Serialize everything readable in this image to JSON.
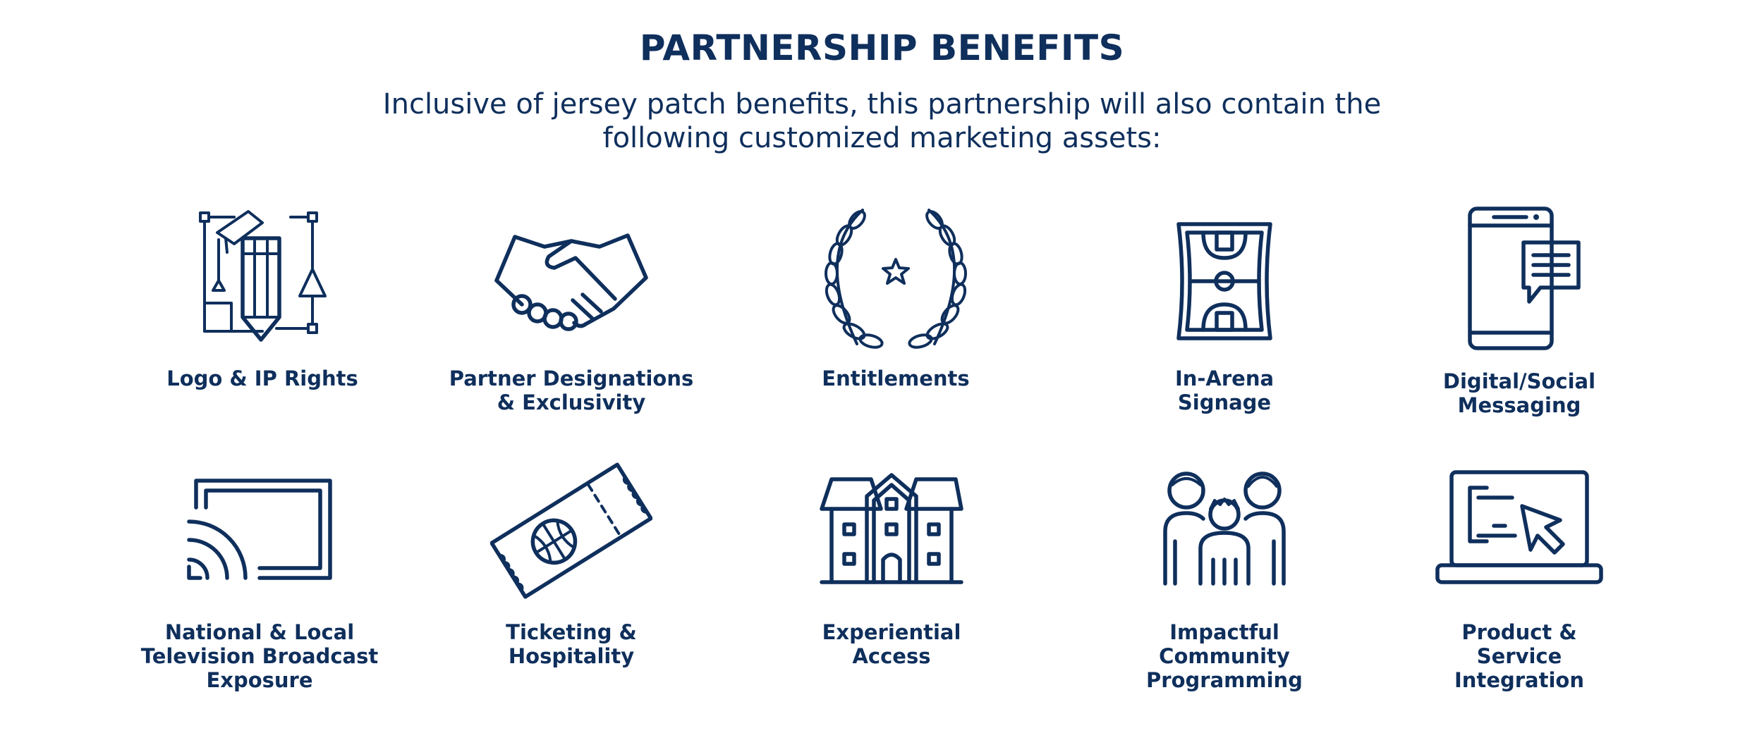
{
  "header": {
    "title": "PARTNERSHIP BENEFITS",
    "subtitle_line1": "Inclusive of jersey patch benefits, this partnership will also contain the",
    "subtitle_line2": "following customized marketing assets:"
  },
  "benefits": [
    {
      "icon": "design-tools-icon",
      "lines": [
        "Logo & IP Rights"
      ]
    },
    {
      "icon": "handshake-icon",
      "lines": [
        "Partner Designations",
        "& Exclusivity"
      ]
    },
    {
      "icon": "laurel-wreath-icon",
      "lines": [
        "Entitlements"
      ]
    },
    {
      "icon": "basketball-court-icon",
      "lines": [
        "In-Arena",
        "Signage"
      ]
    },
    {
      "icon": "mobile-message-icon",
      "lines": [
        "Digital/Social",
        "Messaging"
      ]
    },
    {
      "icon": "cast-screen-icon",
      "lines": [
        "National & Local",
        "Television Broadcast",
        "Exposure"
      ]
    },
    {
      "icon": "ticket-icon",
      "lines": [
        "Ticketing &",
        "Hospitality"
      ]
    },
    {
      "icon": "building-icon",
      "lines": [
        "Experiential",
        "Access"
      ]
    },
    {
      "icon": "community-people-icon",
      "lines": [
        "Impactful",
        "Community",
        "Programming"
      ]
    },
    {
      "icon": "laptop-cursor-icon",
      "lines": [
        "Product &",
        "Service",
        "Integration"
      ]
    }
  ]
}
